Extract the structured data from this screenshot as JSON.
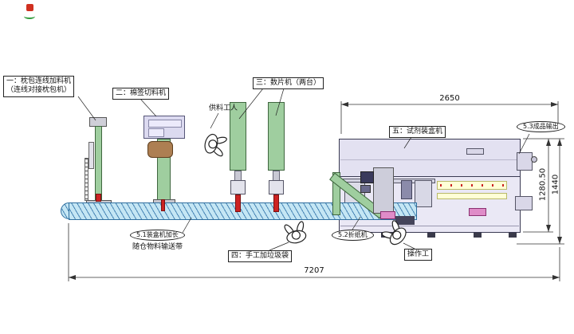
{
  "callouts": {
    "machine1_line1": "一：枕包连线加料机",
    "machine1_line2": "（连线对接枕包机）",
    "machine2": "二：棉签切料机",
    "machine3": "三：数片机（两台）",
    "feeder_worker": "供料工人",
    "machine5": "五：试剂装盒机",
    "output": "5.3成品输出",
    "conveyor_line1": "5.1装盒机加长",
    "conveyor_line2": "随仓物料输送带",
    "folder": "5.2折纸机",
    "manual_bag": "四：手工加垃圾袋",
    "operator": "操作工"
  },
  "dimensions": {
    "top_width": "2650",
    "right_inner_height": "1280.50",
    "right_outer_height": "1440",
    "total_length": "7207"
  },
  "colors": {
    "conveyor_fill": "#c4e6f4",
    "conveyor_hatch": "#1e64a0",
    "machine_green": "#9fce9f",
    "machine_lavender": "#dcdaf0",
    "cabinet_fill": "#eae8f5",
    "tray_yellow": "#ffffd6",
    "accent_red": "#cc2222",
    "accent_pink": "#df8cc8",
    "coil_brown": "#ad7f52"
  }
}
